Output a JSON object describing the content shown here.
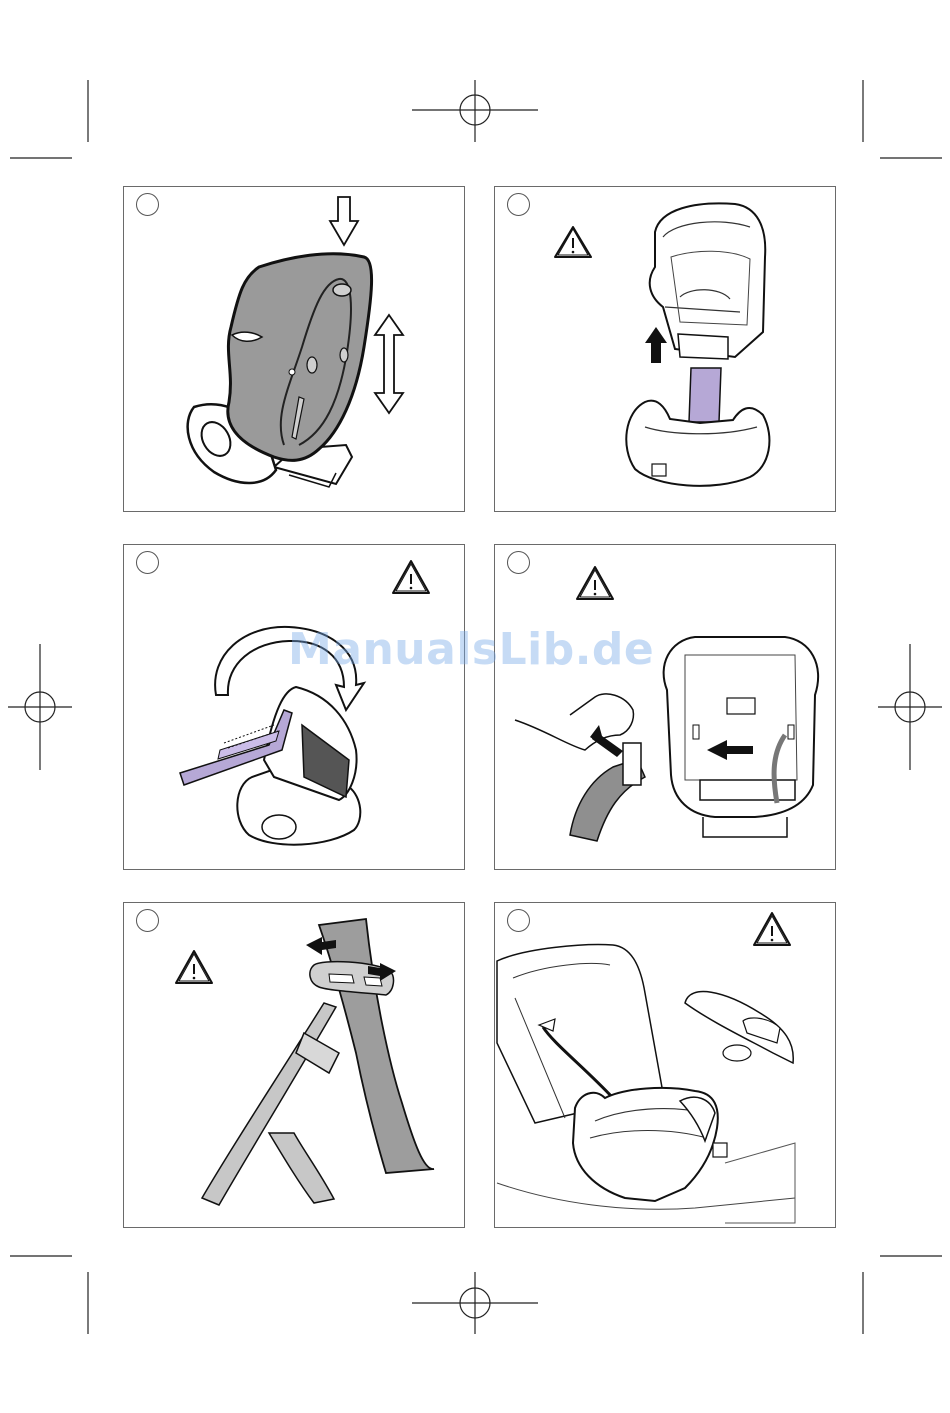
{
  "page": {
    "watermark": "ManualsLib.de",
    "colors": {
      "seat_grey": "#9a9a9a",
      "belt_grey": "#a5a5a5",
      "lilac_accent": "#b6a8d6",
      "watermark_blue": "#8ab4e6",
      "frame": "#6a6a6a"
    }
  },
  "steps": [
    {
      "id": 1,
      "number": "",
      "warning_icon": false,
      "illustration": "seat-side-view-adjust"
    },
    {
      "id": 2,
      "number": "",
      "warning_icon": true,
      "illustration": "backrest-detach"
    },
    {
      "id": 3,
      "number": "",
      "warning_icon": true,
      "illustration": "rotate-guide-clip"
    },
    {
      "id": 4,
      "number": "",
      "warning_icon": true,
      "illustration": "buckle-connect"
    },
    {
      "id": 5,
      "number": "",
      "warning_icon": true,
      "illustration": "belt-guide-adjust"
    },
    {
      "id": 6,
      "number": "",
      "warning_icon": true,
      "illustration": "booster-in-car"
    }
  ]
}
